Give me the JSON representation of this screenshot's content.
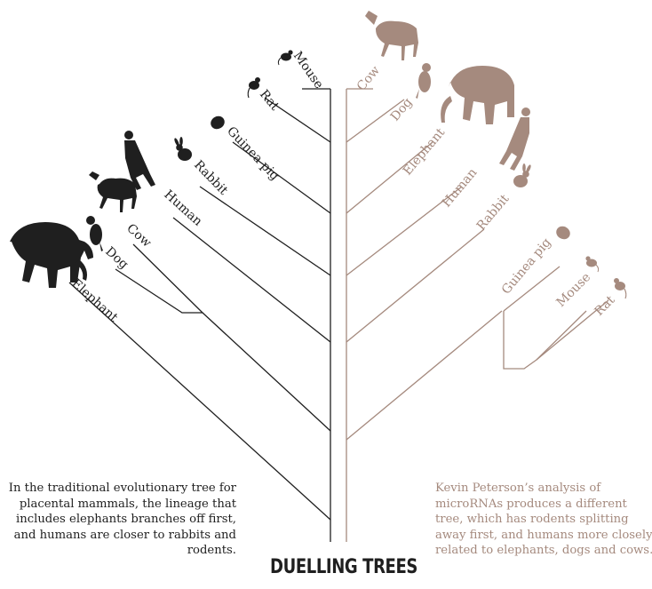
{
  "title": "DUELLING TREES",
  "colors": {
    "traditional": "#1f1f1f",
    "microrna": "#a58a7e"
  },
  "traditional_tree": {
    "caption": "In the traditional evolutionary tree for placental mammals, the lineage that includes elephants branches off first, and humans are closer to rabbits and rodents.",
    "labels": [
      "Mouse",
      "Rat",
      "Guinea pig",
      "Rabbit",
      "Human",
      "Cow",
      "Dog",
      "Elephant"
    ]
  },
  "microrna_tree": {
    "caption": "Kevin Peterson’s analysis of microRNAs produces a different tree, which has rodents splitting away first, and humans more closely related to elephants, dogs and cows.",
    "labels": [
      "Cow",
      "Dog",
      "Elephant",
      "Human",
      "Rabbit",
      "Guinea pig",
      "Mouse",
      "Rat"
    ]
  },
  "icons": [
    "mouse-icon",
    "rat-icon",
    "guinea-pig-icon",
    "rabbit-icon",
    "human-icon",
    "cow-icon",
    "dog-icon",
    "elephant-icon"
  ]
}
